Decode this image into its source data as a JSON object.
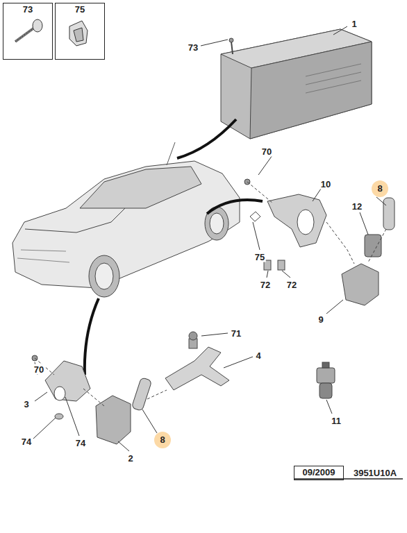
{
  "diagram": {
    "nodes": [
      {
        "text": [
          "73"
        ]
      },
      {
        "text": [
          "75"
        ]
      },
      {
        "text": [
          "09/2009"
        ]
      }
    ],
    "labels": [
      "73",
      "1",
      "70",
      "10",
      "8",
      "12",
      "75",
      "72",
      "72",
      "9",
      "71",
      "70",
      "4",
      "3",
      "74",
      "74",
      "8",
      "2",
      "11",
      "3951U10A"
    ]
  }
}
